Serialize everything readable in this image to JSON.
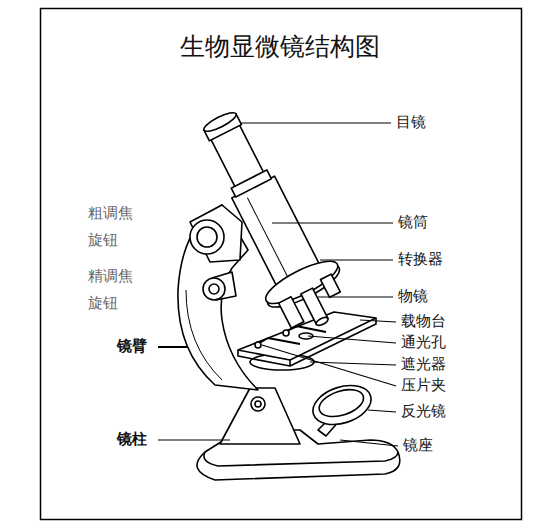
{
  "diagram": {
    "title": "生物显微镜结构图",
    "labels": [
      "目镜",
      "粗调焦 旋钮",
      "镜筒",
      "转换器",
      "精调焦 旋钮",
      "物镜",
      "载物台",
      "通光孔",
      "镜臂",
      "遮光器",
      "压片夹",
      "反光镜",
      "镜柱",
      "镜座"
    ]
  }
}
